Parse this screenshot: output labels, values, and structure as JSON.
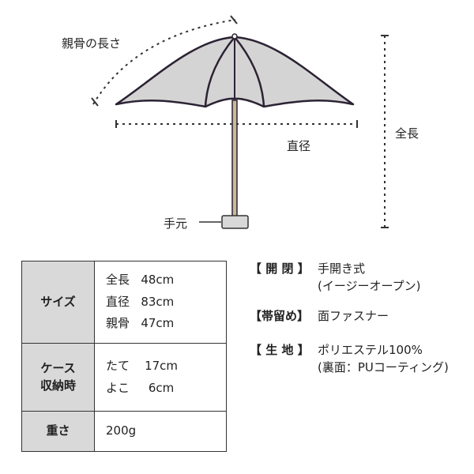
{
  "diagram": {
    "rib_label": "親骨の長さ",
    "diameter_label": "直径",
    "total_label": "全長",
    "handle_label": "手元"
  },
  "spec": {
    "size": {
      "header": "サイズ",
      "items": [
        {
          "key": "全長",
          "value": "48cm"
        },
        {
          "key": "直径",
          "value": "83cm"
        },
        {
          "key": "親骨",
          "value": "47cm"
        }
      ]
    },
    "case": {
      "header_line1": "ケース",
      "header_line2": "収納時",
      "items": [
        {
          "key": "たて",
          "value": "17cm"
        },
        {
          "key": "よこ",
          "value": "6cm"
        }
      ]
    },
    "weight": {
      "header": "重さ",
      "value": "200g"
    }
  },
  "info": {
    "open": {
      "label": "【 開 閉 】",
      "line1": "手開き式",
      "line2": "(イージーオープン)"
    },
    "band": {
      "label": "【帯留め】",
      "line1": "面ファスナー"
    },
    "fabric": {
      "label": "【 生 地 】",
      "line1": "ポリエステル100%",
      "line2": "(裏面：PUコーティング)"
    }
  },
  "colors": {
    "canopy": "#d4d4d4",
    "canopy_outline": "#2b2233",
    "shaft": "#c9b89a",
    "handle": "#d8d8d8",
    "table_header_bg": "#d9d9d9"
  }
}
